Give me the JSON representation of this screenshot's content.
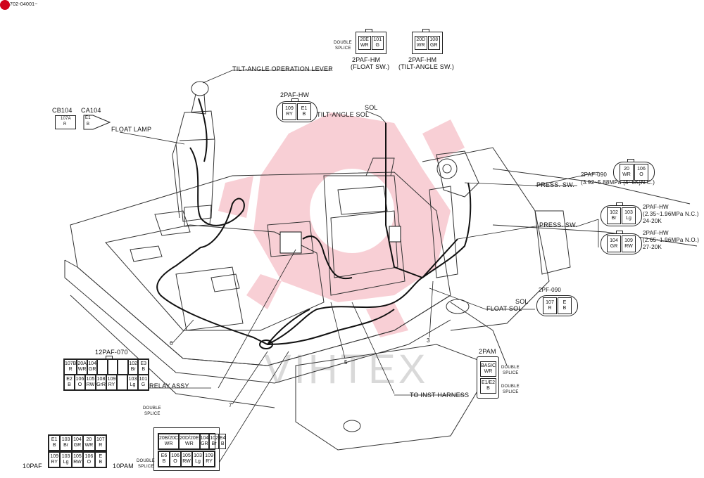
{
  "doc_code": "702-04001~",
  "watermark": "VIHTEX",
  "labels": {
    "tilt_angle_lever": "TILT-ANGLE OPERATION LEVER",
    "cb104": "CB104",
    "ca104": "CA104",
    "float_lamp": "FLOAT LAMP",
    "cb104_pin_top": "107A",
    "cb104_pin_bot": "R",
    "ca104_pin_top": "E1",
    "ca104_pin_bot": "B",
    "double_splice": "DOUBLE",
    "splice": "SPLICE",
    "float_sw_conn": "2PAF-HM",
    "float_sw": "(FLOAT SW.)",
    "tilt_sw_conn": "2PAF-HM",
    "tilt_sw": "(TILT-ANGLE SW.)",
    "hw_conn": "2PAF-HW",
    "sol": "SOL",
    "tilt_sol": "TILT-ANGLE SOL",
    "paf090": "2PAF-090",
    "paf090_spec": "(3.92~5.88MPa {4~6K}N.C.)",
    "press_sw_1": "PRESS. SW.",
    "press_sw_2": "PRESS. SW.",
    "hw1": "2PAF-HW",
    "hw1_spec1": "(2.35~1.96MPa N.C.)",
    "hw1_spec2": "24-20K",
    "hw2": "2PAF-HW",
    "hw2_spec1": "(2.65~1.96MPa N.O.)",
    "hw2_spec2": "27-20K",
    "sol2": "SOL",
    "pf090": "2PF-090",
    "float_sol": "FLOAT SOL",
    "relay_conn": "12PAF-070",
    "relay_assy": "RELAY ASSY",
    "pam2": "2PAM",
    "to_inst": "TO INST HARNESS",
    "paf10": "10PAF",
    "pam10": "10PAM",
    "callout_3": "3",
    "callout_5": "5",
    "callout_6": "6",
    "callout_7": "7"
  },
  "connectors": {
    "float_sw": [
      [
        "20E",
        "WR"
      ],
      [
        "101",
        "G"
      ]
    ],
    "tilt_sw": [
      [
        "20D",
        "WR"
      ],
      [
        "108",
        "GR"
      ]
    ],
    "tilt_sol": [
      [
        "109",
        "RY"
      ],
      [
        "E1",
        "B"
      ]
    ],
    "paf090": [
      [
        "20",
        "WR"
      ],
      [
        "106",
        "O"
      ]
    ],
    "hw1": [
      [
        "102",
        "Br"
      ],
      [
        "103",
        "Lg"
      ]
    ],
    "hw2": [
      [
        "104",
        "GR"
      ],
      [
        "109",
        "RW"
      ]
    ],
    "float_sol": [
      [
        "107",
        "R"
      ],
      [
        "E",
        "B"
      ]
    ],
    "pam2": [
      [
        "BASIC",
        "WR"
      ],
      [
        "E1/E2",
        "B"
      ]
    ],
    "relay_top": [
      [
        "107B",
        "R"
      ],
      [
        "20A",
        "WR"
      ],
      [
        "104",
        "GR"
      ],
      [
        "",
        ""
      ],
      [
        "",
        ""
      ],
      [
        "",
        ""
      ],
      [
        "102",
        "Br"
      ],
      [
        "E3",
        "B"
      ]
    ],
    "relay_bot": [
      [
        "E2",
        "B"
      ],
      [
        "106",
        "O"
      ],
      [
        "105",
        "RW"
      ],
      [
        "108",
        "GrR"
      ],
      [
        "109",
        "RY"
      ],
      [
        "",
        ""
      ],
      [
        "103",
        "Lg"
      ],
      [
        "101",
        "G"
      ]
    ],
    "paf10_top": [
      [
        "E1",
        "B"
      ],
      [
        "103",
        "Br"
      ],
      [
        "104",
        "GR"
      ],
      [
        "20",
        "WR"
      ],
      [
        "107",
        "R"
      ]
    ],
    "paf10_bot": [
      [
        "109",
        "RY"
      ],
      [
        "103",
        "Lg"
      ],
      [
        "105",
        "RW"
      ],
      [
        "106",
        "O"
      ],
      [
        "E",
        "B"
      ]
    ],
    "pam10_top": [
      [
        "20B/20C",
        "WR"
      ],
      [
        "20D/20E",
        "WR"
      ],
      [
        "104",
        "GR"
      ],
      [
        "102",
        "Br"
      ],
      [
        "E4",
        "B"
      ]
    ],
    "pam10_bot": [
      [
        "E6",
        "B"
      ],
      [
        "106",
        "O"
      ],
      [
        "105",
        "RW"
      ],
      [
        "103",
        "Lg"
      ],
      [
        "109",
        "RY"
      ]
    ]
  }
}
